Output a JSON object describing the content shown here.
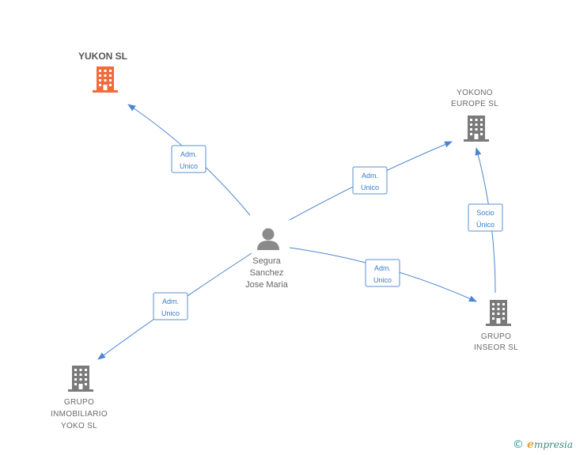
{
  "colors": {
    "focus_company": "#f26b3a",
    "company": "#7a7a7a",
    "person": "#8a8a8a",
    "edge": "#4a86d0",
    "edge_text": "#3a7bc8"
  },
  "nodes": [
    {
      "id": "yukon",
      "type": "company",
      "highlight": true,
      "icon": "building-icon",
      "lines": [
        "YUKON SL"
      ]
    },
    {
      "id": "yokono",
      "type": "company",
      "highlight": false,
      "icon": "building-icon",
      "lines": [
        "YOKONO",
        "EUROPE  SL"
      ]
    },
    {
      "id": "segura",
      "type": "person",
      "icon": "person-icon",
      "lines": [
        "Segura",
        "Sanchez",
        "Jose Maria"
      ]
    },
    {
      "id": "inseor",
      "type": "company",
      "highlight": false,
      "icon": "building-icon",
      "lines": [
        "GRUPO",
        "INSEOR  SL"
      ]
    },
    {
      "id": "yoko",
      "type": "company",
      "highlight": false,
      "icon": "building-icon",
      "lines": [
        "GRUPO",
        "INMOBILIARIO",
        "YOKO SL"
      ]
    }
  ],
  "edges": [
    {
      "id": "segura-yukon",
      "from": "segura",
      "to": "yukon",
      "lines": [
        "Adm.",
        "Unico"
      ]
    },
    {
      "id": "segura-yokono",
      "from": "segura",
      "to": "yokono",
      "lines": [
        "Adm.",
        "Unico"
      ]
    },
    {
      "id": "segura-inseor",
      "from": "segura",
      "to": "inseor",
      "lines": [
        "Adm.",
        "Unico"
      ]
    },
    {
      "id": "segura-yoko",
      "from": "segura",
      "to": "yoko",
      "lines": [
        "Adm.",
        "Unico"
      ]
    },
    {
      "id": "inseor-yokono",
      "from": "inseor",
      "to": "yokono",
      "lines": [
        "Socio",
        "Único"
      ]
    }
  ],
  "footer": {
    "copyright_symbol": "©",
    "brand_initial": "e",
    "brand_rest": "mpresia"
  }
}
